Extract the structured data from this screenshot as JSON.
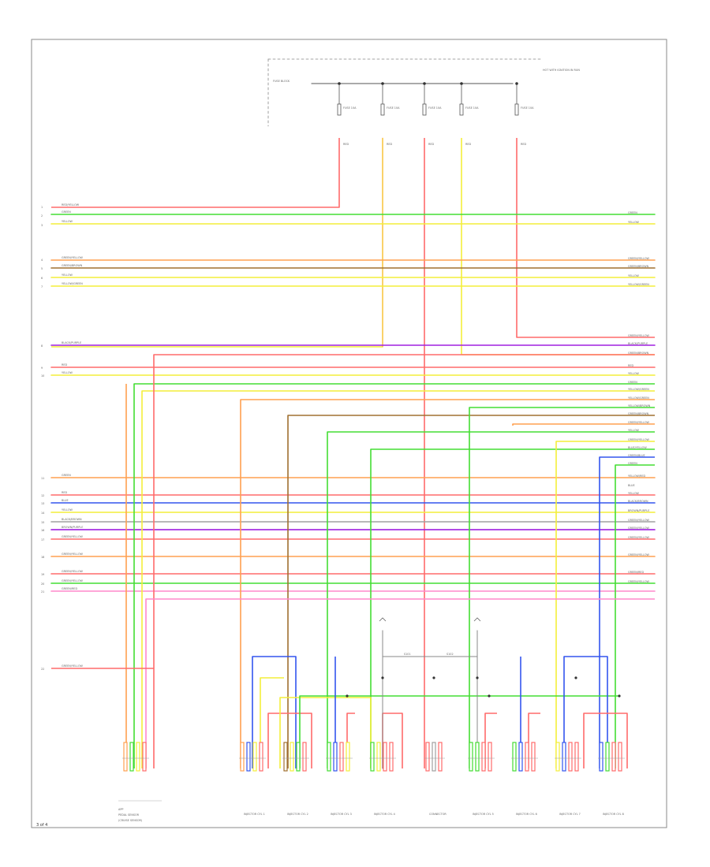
{
  "title": "",
  "page_number": "3 of 4",
  "wire_colors": {
    "red": "#ff6b6b",
    "green": "#44dd33",
    "yellow": "#f4ee3a",
    "orange": "#ffa050",
    "purple": "#a020e0",
    "blue": "#3355ee",
    "gray": "#a0a0a0",
    "brown": "#a07030",
    "pink": "#ff88cc",
    "border": "#888888"
  },
  "power_supply": {
    "top_right_label": "HOT WITH IGNITION IN RUN",
    "left_label": "FUSE BLOCK",
    "fuse_labels": [
      "FUSE 10A",
      "FUSE 10A",
      "FUSE 10A",
      "FUSE 10A",
      "FUSE 10A"
    ],
    "fuse_wire_labels": [
      "RED",
      "RED",
      "RED",
      "RED",
      "RED"
    ]
  },
  "left_wire_labels": [
    "RED/YELLOW",
    "GREEN",
    "YELLOW",
    "GREEN/YELLOW",
    "GREEN/BROWN",
    "YELLOW",
    "YELLOW/GREEN",
    "BLACK/PURPLE",
    "RED",
    "YELLOW",
    "GREEN",
    "RED",
    "BLUE",
    "YELLOW",
    "BLACK/BROWN",
    "BROWN/PURPLE",
    "GREEN/YELLOW",
    "GREEN/YELLOW",
    "GREEN/YELLOW",
    "GREEN/YELLOW",
    "GREEN/RED",
    "GREEN/YELLOW"
  ],
  "right_wire_labels": [
    "GREEN",
    "YELLOW",
    "GREEN/YELLOW",
    "GREEN/BROWN",
    "YELLOW",
    "YELLOW/GREEN",
    "GREEN/YELLOW",
    "BLACK/PURPLE",
    "GREEN/BROWN",
    "RED",
    "YELLOW",
    "GREEN",
    "YELLOW/GREEN",
    "YELLOW/GREEN",
    "YELLOW/BROWN",
    "GREEN/BROWN",
    "GREEN/YELLOW",
    "YELLOW",
    "GREEN/YELLOW",
    "BLUE/YELLOW",
    "GREEN/BLUE",
    "GREEN",
    "YELLOW/RED",
    "BLUE",
    "YELLOW",
    "BLACK/BROWN",
    "BROWN/PURPLE",
    "GREEN/YELLOW",
    "GREEN/YELLOW",
    "GREEN/YELLOW",
    "GREEN/YELLOW",
    "GREEN/RED",
    "GREEN/YELLOW"
  ],
  "left_pins": [
    "1",
    "2",
    "3",
    "4",
    "5",
    "6",
    "7",
    "8",
    "9",
    "10",
    "11",
    "12",
    "13",
    "14",
    "15",
    "16",
    "17",
    "18",
    "19",
    "20",
    "21",
    "22"
  ],
  "components": {
    "left_module": [
      "APP",
      "PEDAL SENSOR",
      "(CRUISE SENSOR)"
    ],
    "injectors": [
      "INJECTOR CYL 1",
      "INJECTOR CYL 2",
      "INJECTOR CYL 3",
      "INJECTOR CYL 4",
      "CONNECTOR",
      "INJECTOR CYL 5",
      "INJECTOR CYL 6",
      "INJECTOR CYL 7",
      "INJECTOR CYL 8"
    ]
  },
  "splice_labels": [
    "S101",
    "S102"
  ]
}
